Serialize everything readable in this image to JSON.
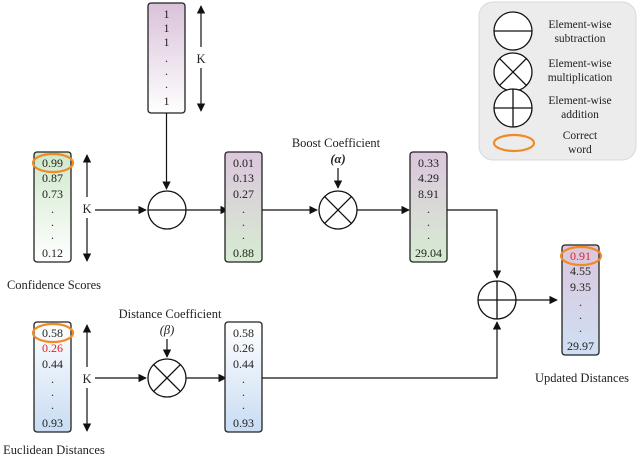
{
  "ones_vector": {
    "values": [
      "1",
      "1",
      "1",
      ".",
      ".",
      ".",
      "1"
    ],
    "label": "K"
  },
  "confidence": {
    "values": [
      "0.99",
      "0.87",
      "0.73",
      ".",
      ".",
      ".",
      "0.12"
    ],
    "label": "K",
    "caption": "Confidence Scores"
  },
  "euclidean": {
    "values": [
      "0.58",
      "0.26",
      "0.44",
      ".",
      ".",
      ".",
      "0.93"
    ],
    "label": "K",
    "caption": "Euclidean Distances"
  },
  "subtracted": {
    "values": [
      "0.01",
      "0.13",
      "0.27",
      ".",
      ".",
      ".",
      "0.88"
    ]
  },
  "boosted": {
    "values": [
      "0.33",
      "4.29",
      "8.91",
      ".",
      ".",
      ".",
      "29.04"
    ]
  },
  "scaled": {
    "values": [
      "0.58",
      "0.26",
      "0.44",
      ".",
      ".",
      ".",
      "0.93"
    ]
  },
  "updated": {
    "values": [
      "0.91",
      "4.55",
      "9.35",
      ".",
      ".",
      ".",
      "29.97"
    ],
    "caption": "Updated Distances"
  },
  "boost_coefficient": {
    "label": "Boost Coefficient",
    "symbol": "(α)"
  },
  "distance_coefficient": {
    "label": "Distance Coefficient",
    "symbol": "(β)"
  },
  "legend": {
    "subtraction": [
      "Element-wise",
      "subtraction"
    ],
    "multiplication": [
      "Element-wise",
      "multiplication"
    ],
    "addition": [
      "Element-wise",
      "addition"
    ],
    "correct": [
      "Correct",
      "word"
    ]
  },
  "colors": {
    "highlight": "#f08a24",
    "red_value": "#e8202a",
    "purple_tint": "#dcc8dc",
    "green_tint": "#d6ecd2",
    "blue_tint": "#cfe0f4",
    "legend_bg": "#ececec"
  }
}
